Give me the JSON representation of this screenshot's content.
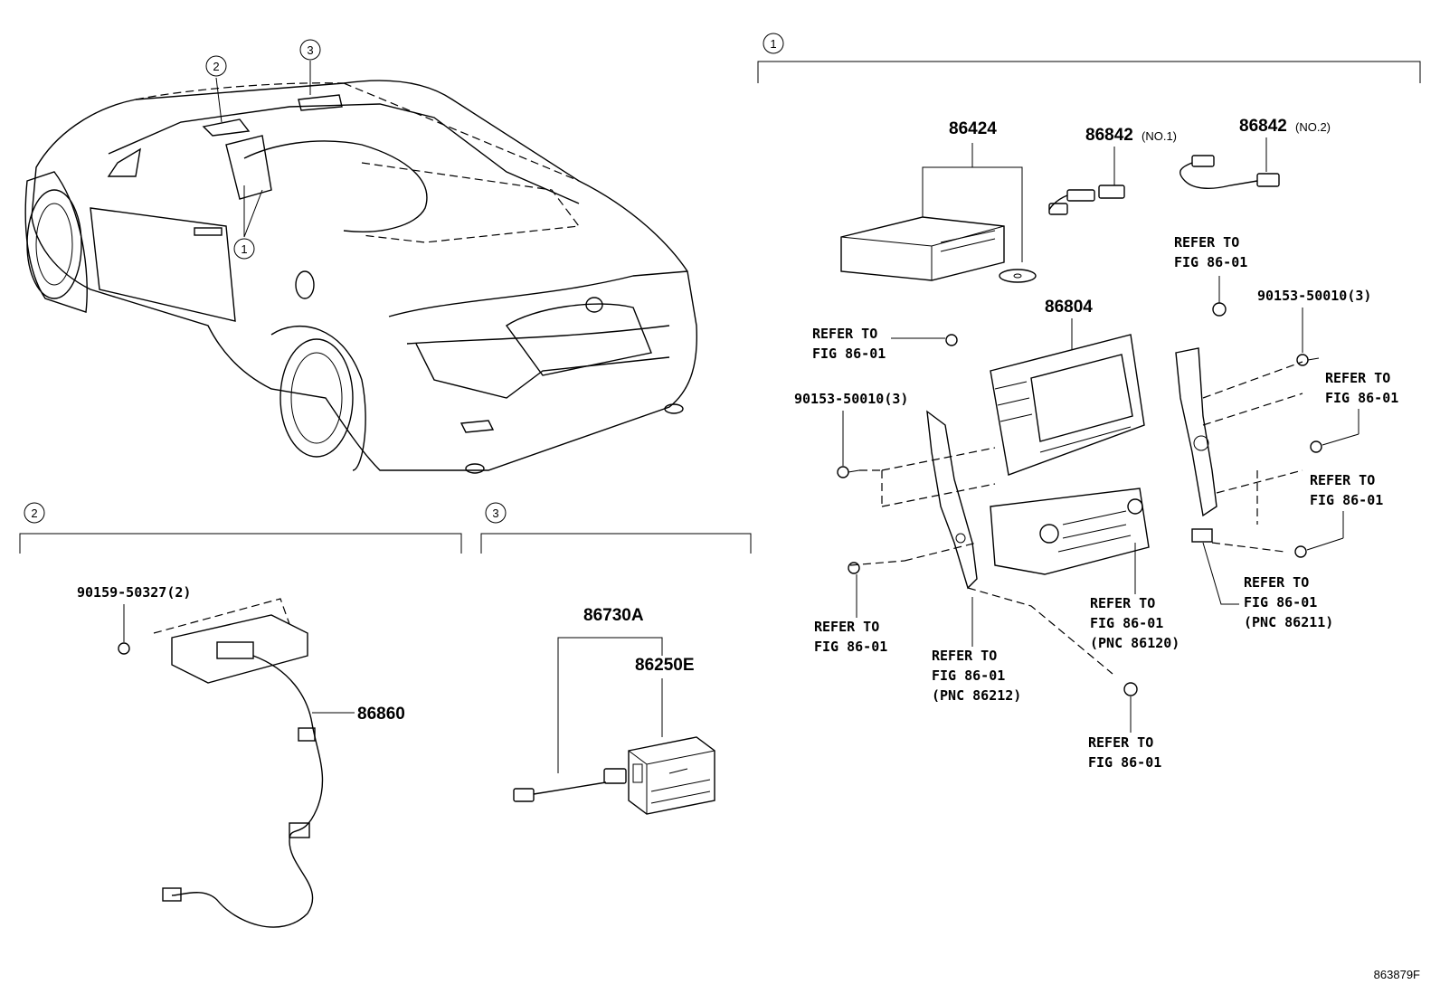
{
  "callouts": {
    "c1": "1",
    "c2": "2",
    "c3": "3"
  },
  "sections": {
    "s1": "1",
    "s2": "2",
    "s3": "3"
  },
  "parts": {
    "p86424": "86424",
    "p86842a": "86842",
    "p86842a_note": "(NO.1)",
    "p86842b": "86842",
    "p86842b_note": "(NO.2)",
    "p86804": "86804",
    "p90153a": "90153-50010(3)",
    "p90153b": "90153-50010(3)",
    "p90159": "90159-50327(2)",
    "p86860": "86860",
    "p86730A": "86730A",
    "p86250E": "86250E"
  },
  "refs": {
    "r1": [
      "REFER TO",
      "FIG 86-01"
    ],
    "r2": [
      "REFER TO",
      "FIG 86-01"
    ],
    "r3": [
      "REFER TO",
      "FIG 86-01"
    ],
    "r4": [
      "REFER TO",
      "FIG 86-01"
    ],
    "r5": [
      "REFER TO",
      "FIG 86-01"
    ],
    "r6": [
      "REFER TO",
      "FIG 86-01",
      "(PNC 86120)"
    ],
    "r7": [
      "REFER TO",
      "FIG 86-01",
      "(PNC 86211)"
    ],
    "r8": [
      "REFER TO",
      "FIG 86-01",
      "(PNC 86212)"
    ],
    "r9": [
      "REFER TO",
      "FIG 86-01"
    ]
  },
  "footer": {
    "code": "863879F"
  }
}
